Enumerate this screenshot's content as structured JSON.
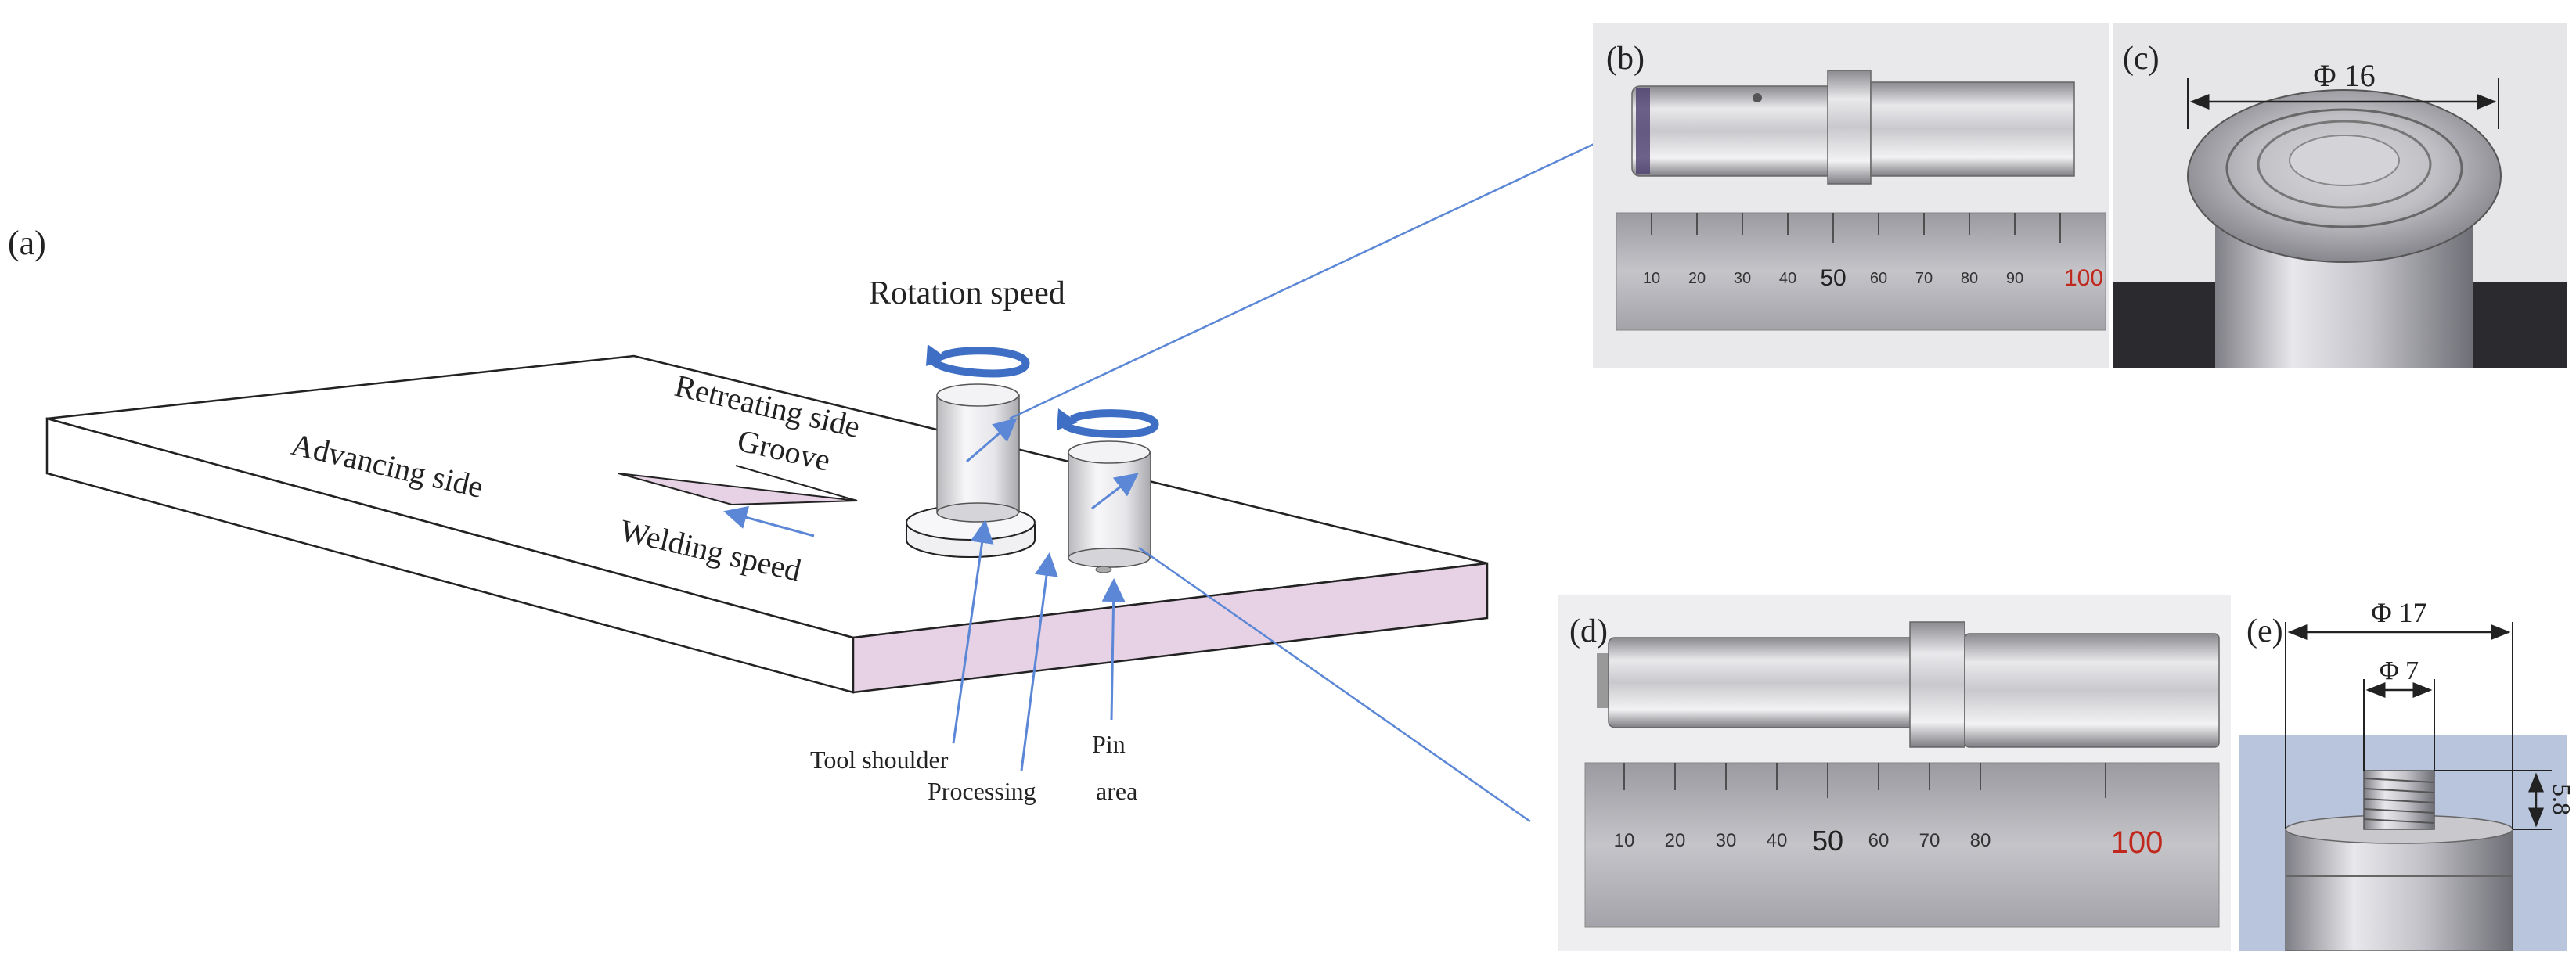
{
  "panel_labels": {
    "a": "(a)",
    "b": "(b)",
    "c": "(c)",
    "d": "(d)",
    "e": "(e)"
  },
  "schematic": {
    "rotation_speed": "Rotation speed",
    "retreating_side": "Retreating side",
    "groove": "Groove",
    "advancing_side": "Advancing side",
    "welding_speed": "Welding speed",
    "tool_shoulder": "Tool shoulder",
    "pin": "Pin",
    "processing_area_line1": "Processing",
    "processing_area_line2": "area"
  },
  "ruler_b": {
    "ticks": [
      "10",
      "20",
      "30",
      "40",
      "50",
      "60",
      "70",
      "80",
      "90",
      "100"
    ]
  },
  "ruler_d": {
    "ticks": [
      "10",
      "20",
      "30",
      "40",
      "50",
      "60",
      "70",
      "80",
      "100"
    ]
  },
  "dimensions": {
    "c_diameter": "Φ 16",
    "e_outer_diameter": "Φ 17",
    "e_pin_diameter": "Φ 7",
    "e_pin_height": "5.8"
  },
  "colors": {
    "arrow_blue": "#3f6fc4",
    "plate_side_pink": "#e6d2e4",
    "leader_blue": "#5b87d6"
  }
}
